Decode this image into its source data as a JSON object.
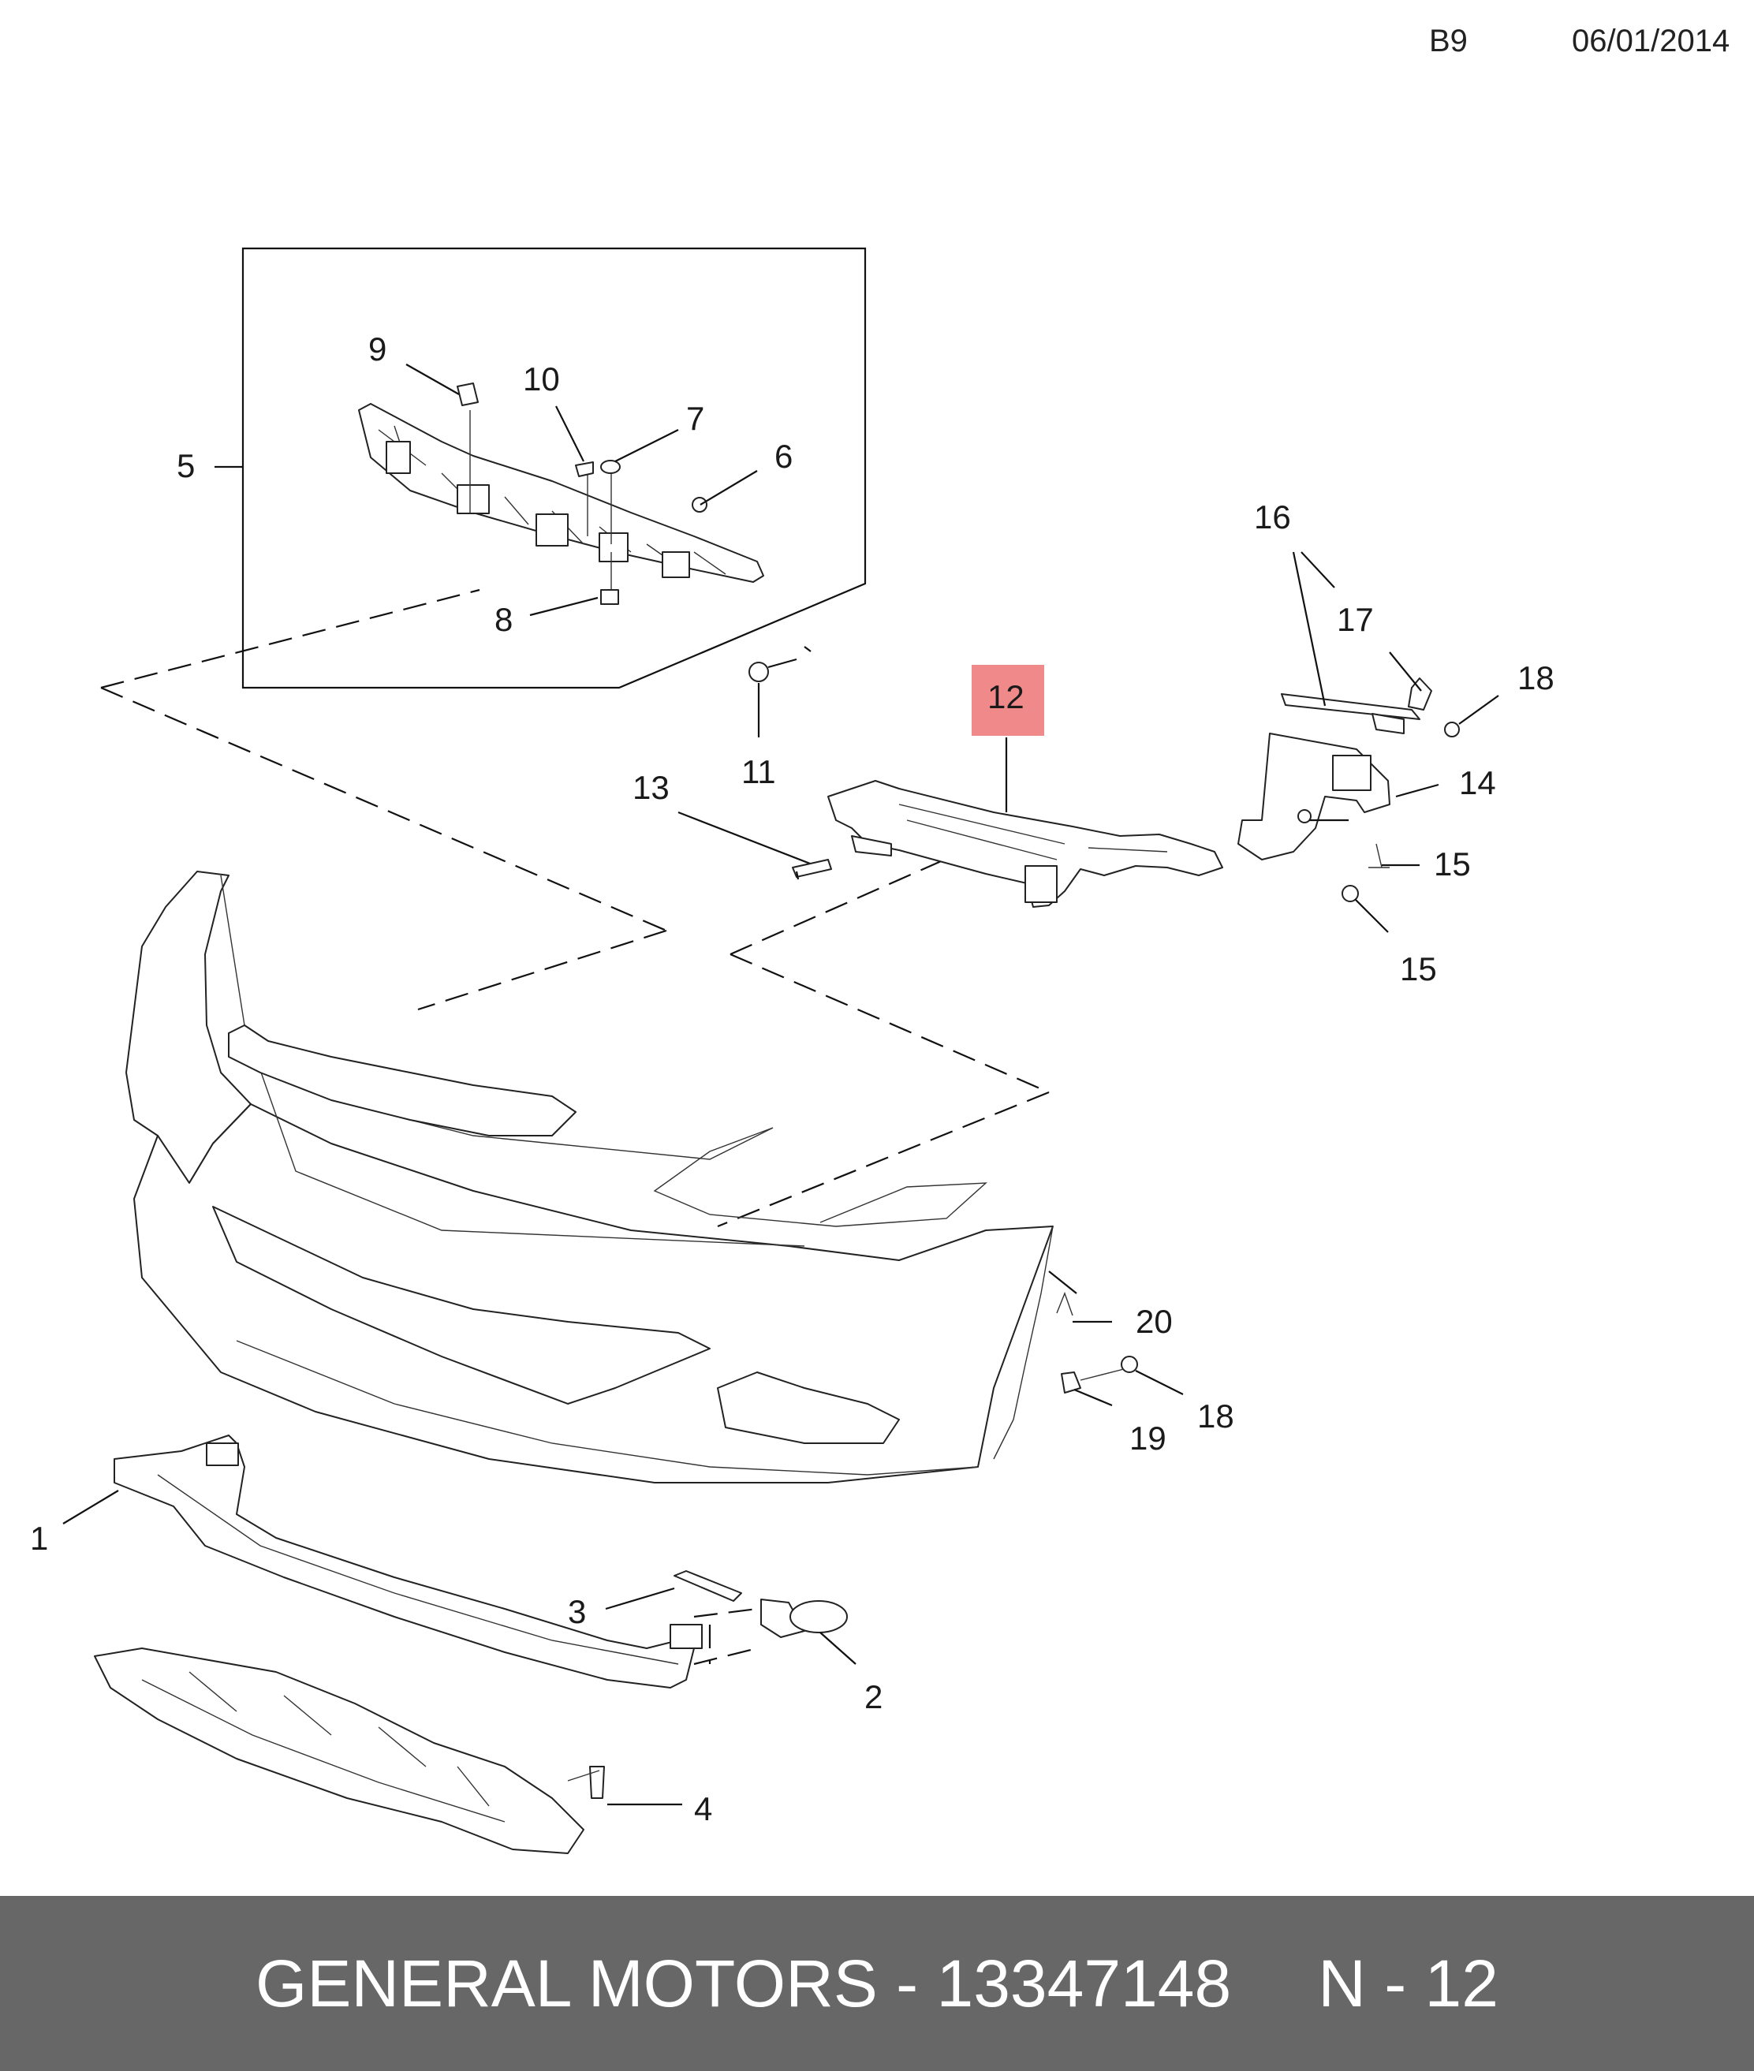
{
  "header": {
    "page_code": "B9",
    "date": "06/01/2014"
  },
  "callouts": [
    {
      "id": "c1",
      "text": "1"
    },
    {
      "id": "c2",
      "text": "2"
    },
    {
      "id": "c3",
      "text": "3"
    },
    {
      "id": "c4",
      "text": "4"
    },
    {
      "id": "c5",
      "text": "5"
    },
    {
      "id": "c6",
      "text": "6"
    },
    {
      "id": "c7",
      "text": "7"
    },
    {
      "id": "c8",
      "text": "8"
    },
    {
      "id": "c9",
      "text": "9"
    },
    {
      "id": "c10",
      "text": "10"
    },
    {
      "id": "c11",
      "text": "11"
    },
    {
      "id": "c12",
      "text": "12"
    },
    {
      "id": "c13",
      "text": "13"
    },
    {
      "id": "c14",
      "text": "14"
    },
    {
      "id": "c15a",
      "text": "15"
    },
    {
      "id": "c15b",
      "text": "15"
    },
    {
      "id": "c16",
      "text": "16"
    },
    {
      "id": "c17",
      "text": "17"
    },
    {
      "id": "c18a",
      "text": "18"
    },
    {
      "id": "c18b",
      "text": "18"
    },
    {
      "id": "c19",
      "text": "19"
    },
    {
      "id": "c20",
      "text": "20"
    }
  ],
  "highlight": {
    "callout": "12",
    "color": "#f08a8a"
  },
  "footer": {
    "brand": "GENERAL MOTORS - 13347148",
    "page_ref": "N - 12"
  }
}
